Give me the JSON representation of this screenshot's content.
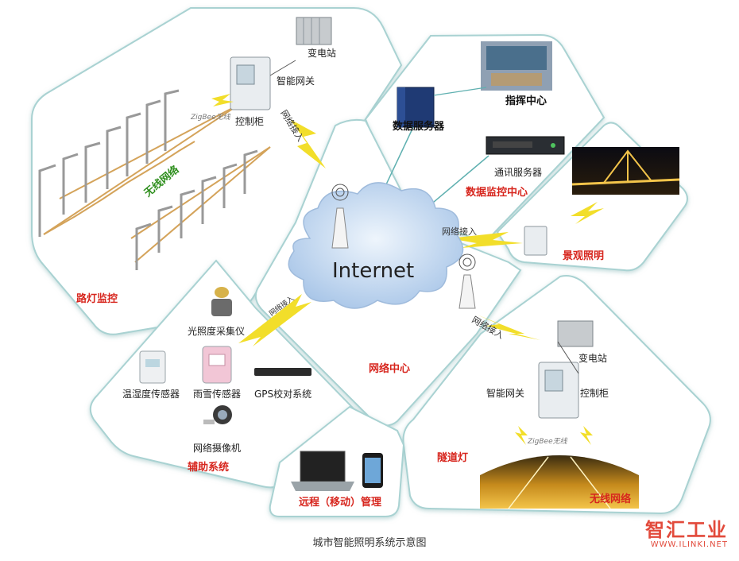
{
  "cloud": {
    "label": "Internet"
  },
  "street": {
    "title": "路灯监控",
    "wireless": "无线网络",
    "cabinet": "控制柜",
    "gateway": "智能网关",
    "substation": "变电站",
    "uplink": "网络接入",
    "radio_tag": "ZigBee无线"
  },
  "data_center": {
    "data_server": "数据服务器",
    "command": "指挥中心",
    "comm_server": "通讯服务器",
    "title": "数据监控中心"
  },
  "landscape": {
    "uplink": "网络接入",
    "title": "景观照明"
  },
  "aux": {
    "light_meter": "光照度采集仪",
    "temp_humidity": "温湿度传感器",
    "rain_snow": "雨雪传感器",
    "gps": "GPS校对系统",
    "camera": "网络摄像机",
    "title": "辅助系统",
    "uplink": "网络接入"
  },
  "network_center": {
    "title": "网络中心"
  },
  "tunnel": {
    "uplink": "网络接入",
    "substation": "变电站",
    "gateway": "智能网关",
    "cabinet": "控制柜",
    "title": "隧道灯",
    "wireless": "无线网络",
    "radio_tag": "ZigBee无线"
  },
  "remote": {
    "title": "远程（移动）管理"
  },
  "caption": "城市智能照明系统示意图",
  "watermark": {
    "brand": "智汇工业",
    "url": "WWW.ILINKI.NET"
  },
  "colors": {
    "panel_border": "#a9d2d2",
    "label_red": "#d7261e",
    "label_green": "#2f8f1e",
    "bolt": "#f2de2a",
    "cable": "#d4a35a",
    "cloud": "#c9dcf2",
    "line": "#5fb0b0"
  }
}
